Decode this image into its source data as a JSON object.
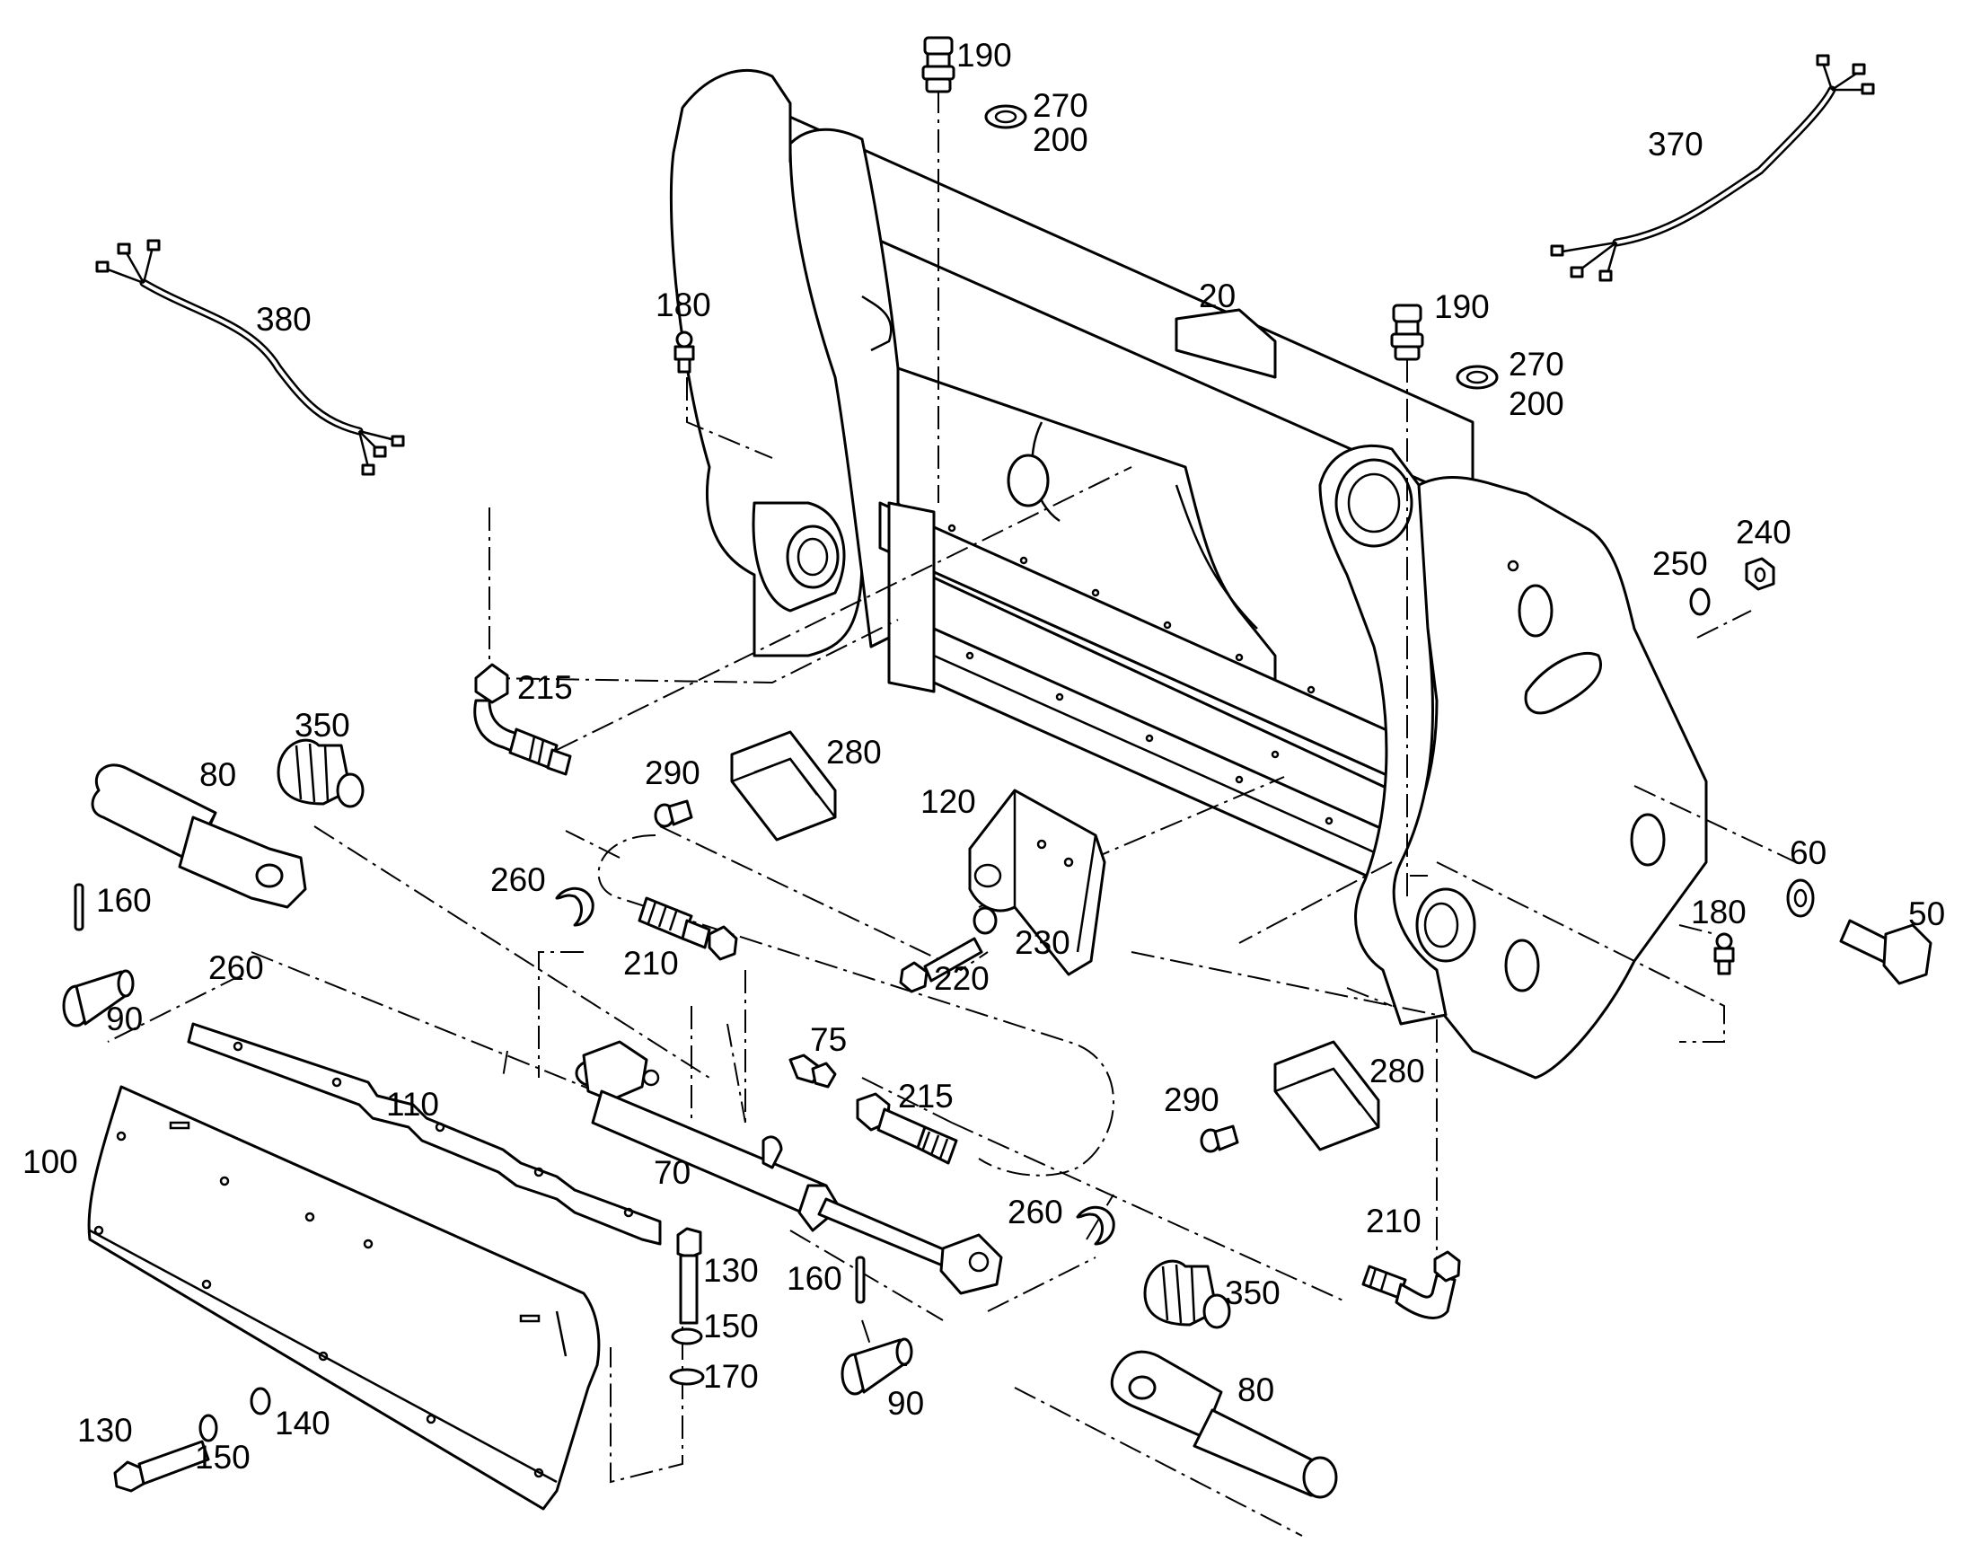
{
  "labels": {
    "p20": "20",
    "p190a": "190",
    "p270a": "270",
    "p200a": "200",
    "p190b": "190",
    "p270b": "270",
    "p200b": "200",
    "p370": "370",
    "p380": "380",
    "p180a": "180",
    "p180b": "180",
    "p240": "240",
    "p250": "250",
    "p215a": "215",
    "p215b": "215",
    "p350a": "350",
    "p350b": "350",
    "p80a": "80",
    "p80b": "80",
    "p280a": "280",
    "p280b": "280",
    "p290a": "290",
    "p290b": "290",
    "p120": "120",
    "p260a": "260",
    "p260b": "260",
    "p260c": "260",
    "p210a": "210",
    "p210b": "210",
    "p160a": "160",
    "p160b": "160",
    "p90a": "90",
    "p90b": "90",
    "p230": "230",
    "p220": "220",
    "p60": "60",
    "p50": "50",
    "p110": "110",
    "p100": "100",
    "p75": "75",
    "p70": "70",
    "p130a": "130",
    "p130b": "130",
    "p150a": "150",
    "p150b": "150",
    "p170": "170",
    "p140": "140"
  }
}
